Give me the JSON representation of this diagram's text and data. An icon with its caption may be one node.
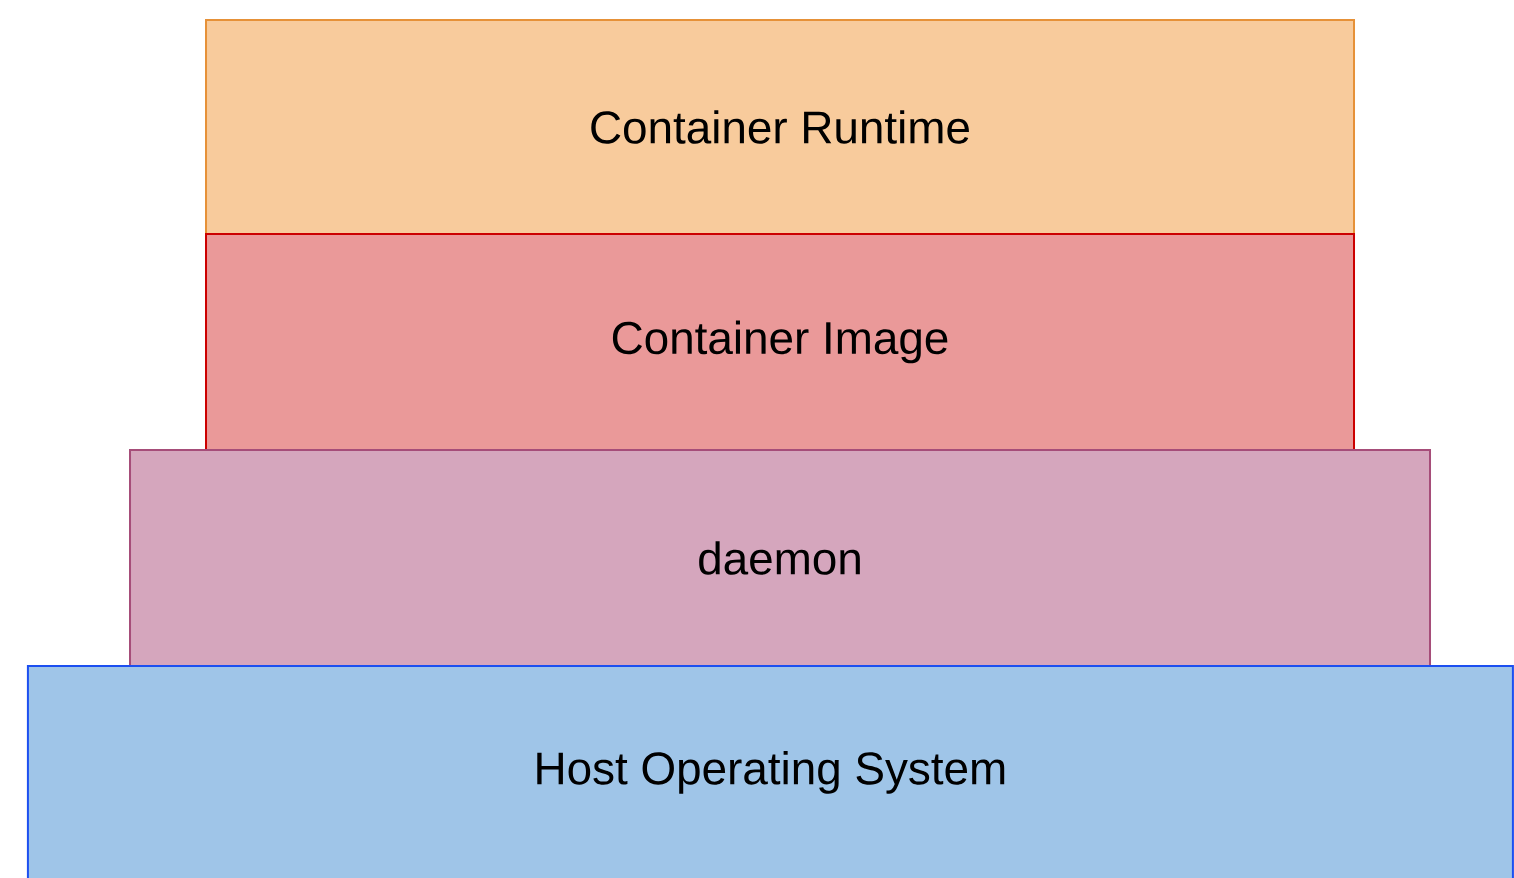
{
  "diagram": {
    "nodes": [
      {
        "text": [
          "Container Runtime"
        ]
      },
      {
        "text": [
          "Container Image"
        ]
      },
      {
        "text": [
          "daemon"
        ]
      },
      {
        "text": [
          "Host Operating System"
        ]
      }
    ]
  }
}
